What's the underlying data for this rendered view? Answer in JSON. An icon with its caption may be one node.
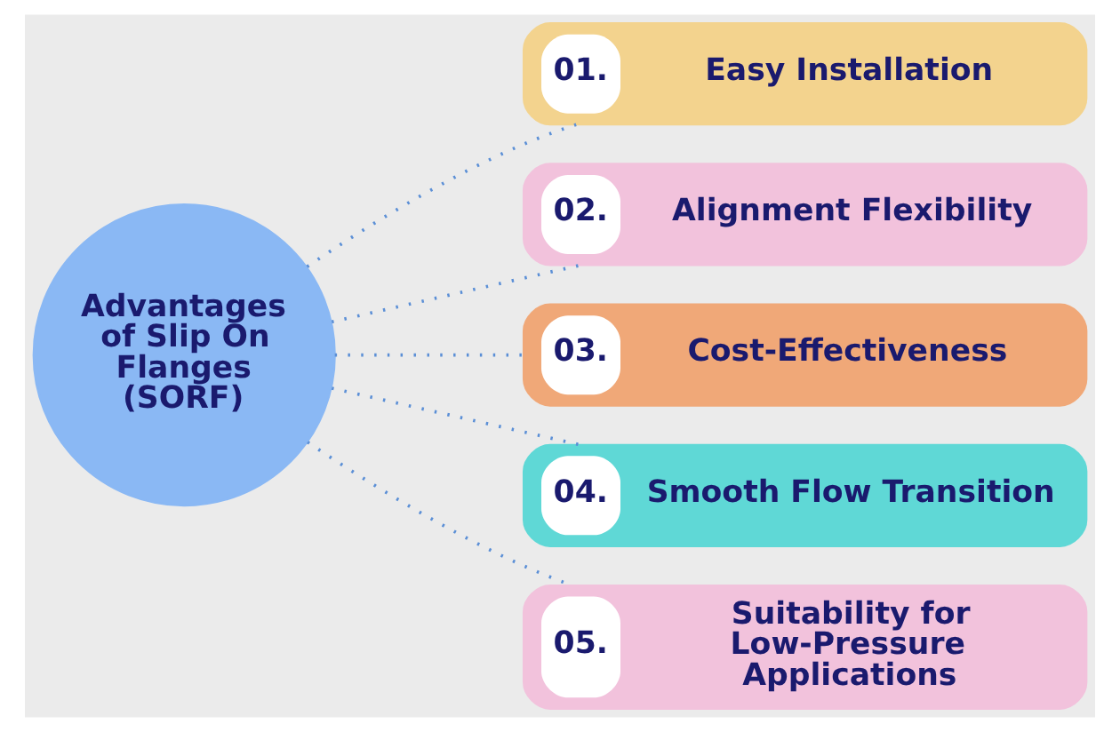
{
  "diagram": {
    "nodes": [
      {
        "text": [
          "Advantages of Slip On Flanges (SORF)"
        ]
      },
      {
        "text": [
          "01.",
          "Easy Installation"
        ]
      },
      {
        "text": [
          "02.",
          "Alignment Flexibility"
        ]
      },
      {
        "text": [
          "03.",
          "Cost-Effectiveness"
        ]
      },
      {
        "text": [
          "04.",
          "Smooth Flow Transition"
        ]
      },
      {
        "text": [
          "05.",
          "Suitability for Low-Pressure Applications"
        ]
      }
    ],
    "edges": [
      {
        "from": 0,
        "to": 1,
        "arrow": "none",
        "style": "dashed"
      },
      {
        "from": 0,
        "to": 2,
        "arrow": "none",
        "style": "dashed"
      },
      {
        "from": 0,
        "to": 3,
        "arrow": "none",
        "style": "dashed"
      },
      {
        "from": 0,
        "to": 4,
        "arrow": "none",
        "style": "dashed"
      },
      {
        "from": 0,
        "to": 5,
        "arrow": "none",
        "style": "dashed"
      }
    ]
  }
}
